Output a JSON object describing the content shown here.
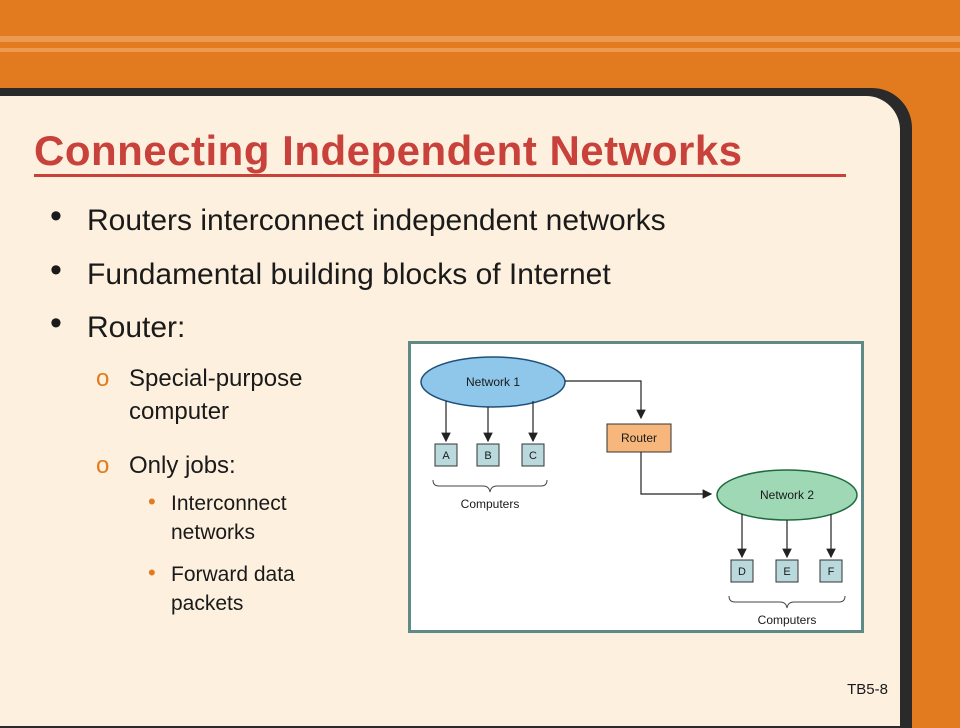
{
  "slide": {
    "title": "Connecting Independent Networks",
    "bullets": [
      {
        "text": "Routers interconnect independent networks"
      },
      {
        "text": "Fundamental building blocks of Internet"
      },
      {
        "text": "Router:"
      }
    ],
    "sub_bullets": [
      {
        "text": "Special-purpose computer"
      },
      {
        "text": "Only jobs:"
      }
    ],
    "sub_sub_bullets": [
      {
        "text": "Interconnect networks"
      },
      {
        "text": "Forward data packets"
      }
    ],
    "bullet_glyph": "•",
    "sub_bullet_glyph": "o",
    "footer": "TB5-8"
  },
  "diagram": {
    "network1": "Network 1",
    "network2": "Network 2",
    "router": "Router",
    "computers_left": [
      "A",
      "B",
      "C"
    ],
    "computers_right": [
      "D",
      "E",
      "F"
    ],
    "computers_label": "Computers"
  },
  "colors": {
    "accent_orange": "#e27b1f",
    "title_red": "#c8413a",
    "panel_bg": "#fdf0de",
    "network1_fill": "#8ec7ea",
    "network2_fill": "#9fd8b4",
    "router_fill": "#f7b77c",
    "computer_fill": "#b9d9dd"
  }
}
